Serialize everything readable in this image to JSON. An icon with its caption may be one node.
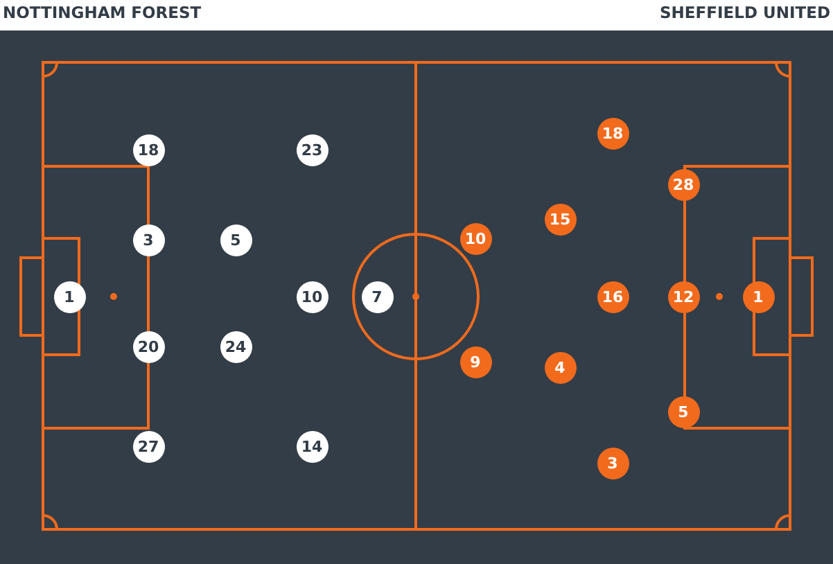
{
  "diagram": {
    "nodes": [
      {
        "text": [
          "1"
        ]
      },
      {
        "text": [
          "18"
        ]
      },
      {
        "text": [
          "3"
        ]
      },
      {
        "text": [
          "20"
        ]
      },
      {
        "text": [
          "27"
        ]
      },
      {
        "text": [
          "5"
        ]
      },
      {
        "text": [
          "24"
        ]
      },
      {
        "text": [
          "23"
        ]
      },
      {
        "text": [
          "10"
        ]
      },
      {
        "text": [
          "14"
        ]
      },
      {
        "text": [
          "7"
        ]
      },
      {
        "text": [
          "10"
        ]
      },
      {
        "text": [
          "9"
        ]
      },
      {
        "text": [
          "15"
        ]
      },
      {
        "text": [
          "4"
        ]
      },
      {
        "text": [
          "18"
        ]
      },
      {
        "text": [
          "16"
        ]
      },
      {
        "text": [
          "3"
        ]
      },
      {
        "text": [
          "28"
        ]
      },
      {
        "text": [
          "12"
        ]
      },
      {
        "text": [
          "5"
        ]
      },
      {
        "text": [
          "1"
        ]
      }
    ],
    "labels": [
      "NOTTINGHAM FOREST",
      "SHEFFIELD UNITED"
    ]
  }
}
